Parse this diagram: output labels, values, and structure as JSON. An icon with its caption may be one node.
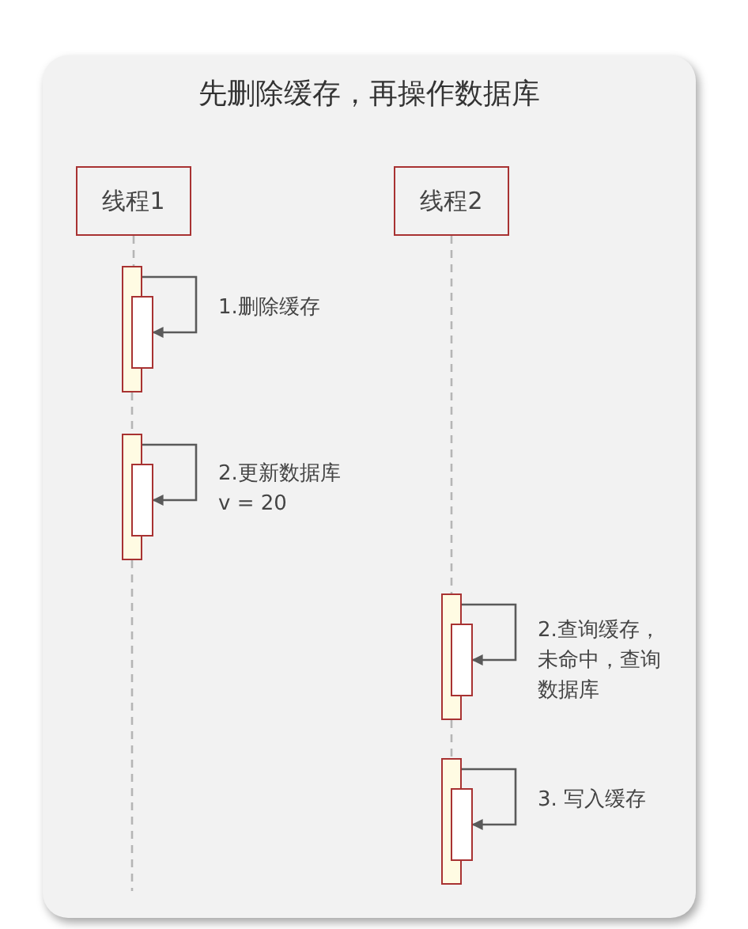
{
  "diagram": {
    "title": "先删除缓存，再操作数据库",
    "nodes": [
      {
        "text": [
          "线程1"
        ]
      },
      {
        "text": [
          "线程2"
        ]
      },
      {
        "text": [],
        "shape": "bar"
      },
      {
        "text": [],
        "shape": "bar"
      },
      {
        "text": [],
        "shape": "bar"
      },
      {
        "text": [],
        "shape": "bar"
      },
      {
        "text": [],
        "shape": "bar"
      },
      {
        "text": [],
        "shape": "bar"
      },
      {
        "text": [],
        "shape": "bar"
      },
      {
        "text": [],
        "shape": "bar"
      }
    ],
    "edges": [
      {
        "from": 0,
        "to": 2,
        "arrow": "none",
        "style": "dashed",
        "color": "#b5b5b5"
      },
      {
        "from": 2,
        "to": 4,
        "arrow": "none",
        "style": "dashed",
        "color": "#b5b5b5"
      },
      {
        "from": 4,
        "to": null,
        "arrow": "none",
        "style": "dashed",
        "color": "#b5b5b5"
      },
      {
        "from": 1,
        "to": 6,
        "arrow": "none",
        "style": "dashed",
        "color": "#b5b5b5"
      },
      {
        "from": 6,
        "to": 8,
        "arrow": "none",
        "style": "dashed",
        "color": "#b5b5b5"
      },
      {
        "from": 2,
        "to": 3,
        "arrow": "to",
        "color": "#5a5a5a",
        "label": "1.删除缓存"
      },
      {
        "from": 4,
        "to": 5,
        "arrow": "to",
        "color": "#5a5a5a",
        "label": "2.更新数据库 v = 20"
      },
      {
        "from": 6,
        "to": 7,
        "arrow": "to",
        "color": "#5a5a5a",
        "label": "2.查询缓存，未命中，查询数据库"
      },
      {
        "from": 8,
        "to": 9,
        "arrow": "to",
        "color": "#5a5a5a",
        "label": "3. 写入缓存"
      }
    ]
  }
}
